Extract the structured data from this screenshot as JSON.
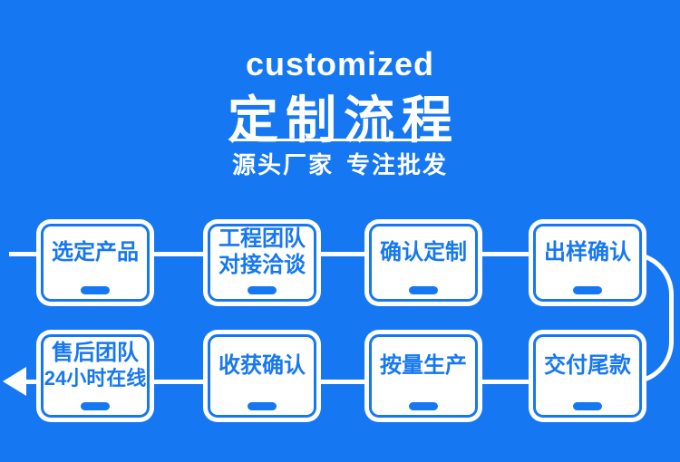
{
  "colors": {
    "background": "#1677f3",
    "accent_blue": "#1677f3",
    "white": "#ffffff"
  },
  "header": {
    "eyebrow": "customized",
    "title": "定制流程",
    "subtitle_left": "源头厂家",
    "subtitle_right": "专注批发"
  },
  "flow": {
    "row1": [
      {
        "line1": "选定产品"
      },
      {
        "line1": "工程团队",
        "line2": "对接洽谈"
      },
      {
        "line1": "确认定制"
      },
      {
        "line1": "出样确认"
      }
    ],
    "row2": [
      {
        "line1": "售后团队",
        "line2": "24小时在线"
      },
      {
        "line1": "收获确认"
      },
      {
        "line1": "按量生产"
      },
      {
        "line1": "交付尾款"
      }
    ]
  }
}
